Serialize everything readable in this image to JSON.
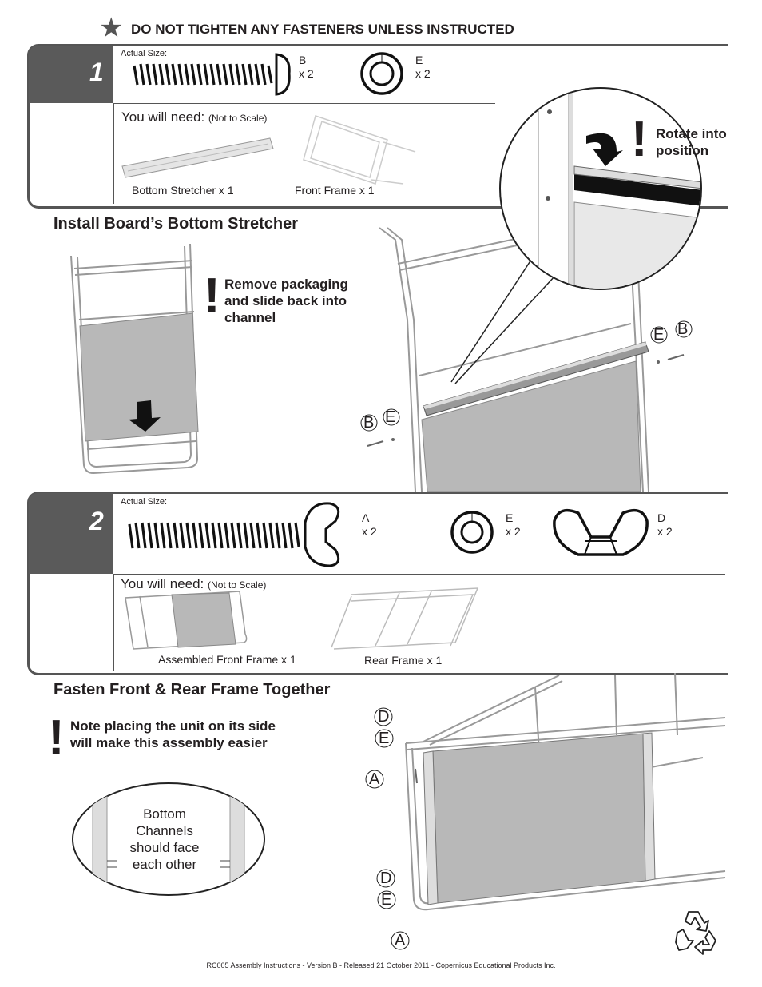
{
  "warning": "DO NOT TIGHTEN ANY FASTENERS UNLESS INSTRUCTED",
  "step1": {
    "number": "1",
    "actual_size": "Actual Size:",
    "parts": [
      {
        "letter": "B",
        "qty": "x 2"
      },
      {
        "letter": "E",
        "qty": "x 2"
      }
    ],
    "you_will_need": "You will need:",
    "not_to_scale": "(Not to Scale)",
    "needs": [
      "Bottom Stretcher x 1",
      "Front Frame x 1"
    ],
    "heading": "Install Board’s Bottom Stretcher",
    "callout_left": [
      "Remove packaging",
      "and slide back into",
      "channel"
    ],
    "callout_right": [
      "Rotate into",
      "position"
    ],
    "diagram_labels": [
      "E",
      "B",
      "B",
      "E"
    ]
  },
  "step2": {
    "number": "2",
    "actual_size": "Actual Size:",
    "parts": [
      {
        "letter": "A",
        "qty": "x 2"
      },
      {
        "letter": "E",
        "qty": "x 2"
      },
      {
        "letter": "D",
        "qty": "x 2"
      }
    ],
    "you_will_need": "You will need:",
    "not_to_scale": "(Not to Scale)",
    "needs": [
      "Assembled Front Frame x 1",
      "Rear Frame x 1"
    ],
    "heading": "Fasten Front & Rear Frame Together",
    "note": [
      "Note placing the unit on its side",
      "will make this assembly easier"
    ],
    "bubble": [
      "Bottom",
      "Channels",
      "should face",
      "each other"
    ],
    "diagram_labels": [
      "D",
      "E",
      "A",
      "D",
      "E",
      "A"
    ]
  },
  "footer": "RC005 Assembly Instructions - Version B - Released 21 October 2011 - Copernicus Educational Products Inc."
}
